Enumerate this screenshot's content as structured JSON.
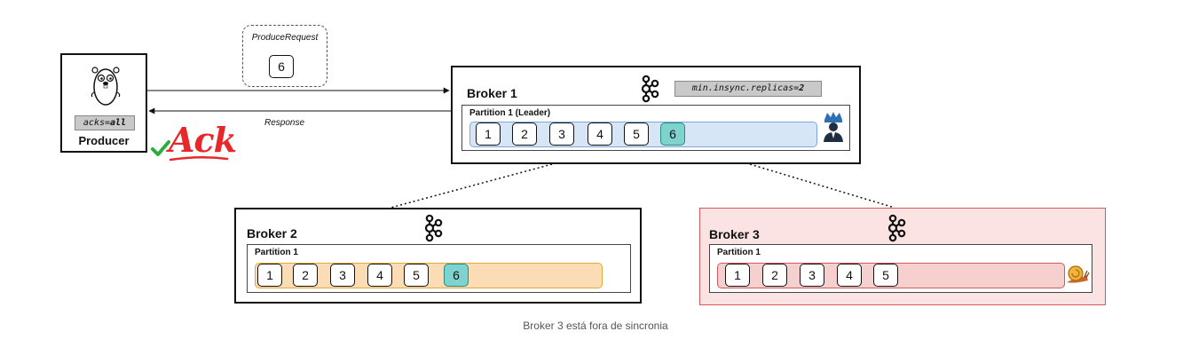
{
  "producer": {
    "acks_key": "acks=",
    "acks_value": "all",
    "label": "Producer"
  },
  "request": {
    "label": "ProduceRequest",
    "message": "6"
  },
  "response": {
    "label": "Response"
  },
  "ack": {
    "text": "Ack"
  },
  "broker1": {
    "title": "Broker 1",
    "config_key": "min.insync.replicas=",
    "config_value": "2",
    "partition_label": "Partition 1 (Leader)",
    "messages": [
      "1",
      "2",
      "3",
      "4",
      "5",
      "6"
    ]
  },
  "broker2": {
    "title": "Broker 2",
    "partition_label": "Partition 1",
    "messages": [
      "1",
      "2",
      "3",
      "4",
      "5",
      "6"
    ]
  },
  "broker3": {
    "title": "Broker 3",
    "partition_label": "Partition 1",
    "messages": [
      "1",
      "2",
      "3",
      "4",
      "5"
    ]
  },
  "caption": "Broker 3 está fora de sincronia",
  "colors": {
    "leader_track": "#d6e6f7",
    "leader_border": "#7ea8d8",
    "follower_track": "#fbdcb4",
    "follower_border": "#e6a83a",
    "lagging_track": "#f6cfcf",
    "lagging_border": "#d35a5a",
    "new_message": "#7fd3cf",
    "ack_red": "#e8272a",
    "check_green": "#2cae3e"
  },
  "icons": [
    "gopher-icon",
    "kafka-icon",
    "crown-leader-icon",
    "snail-icon",
    "checkmark-icon"
  ]
}
